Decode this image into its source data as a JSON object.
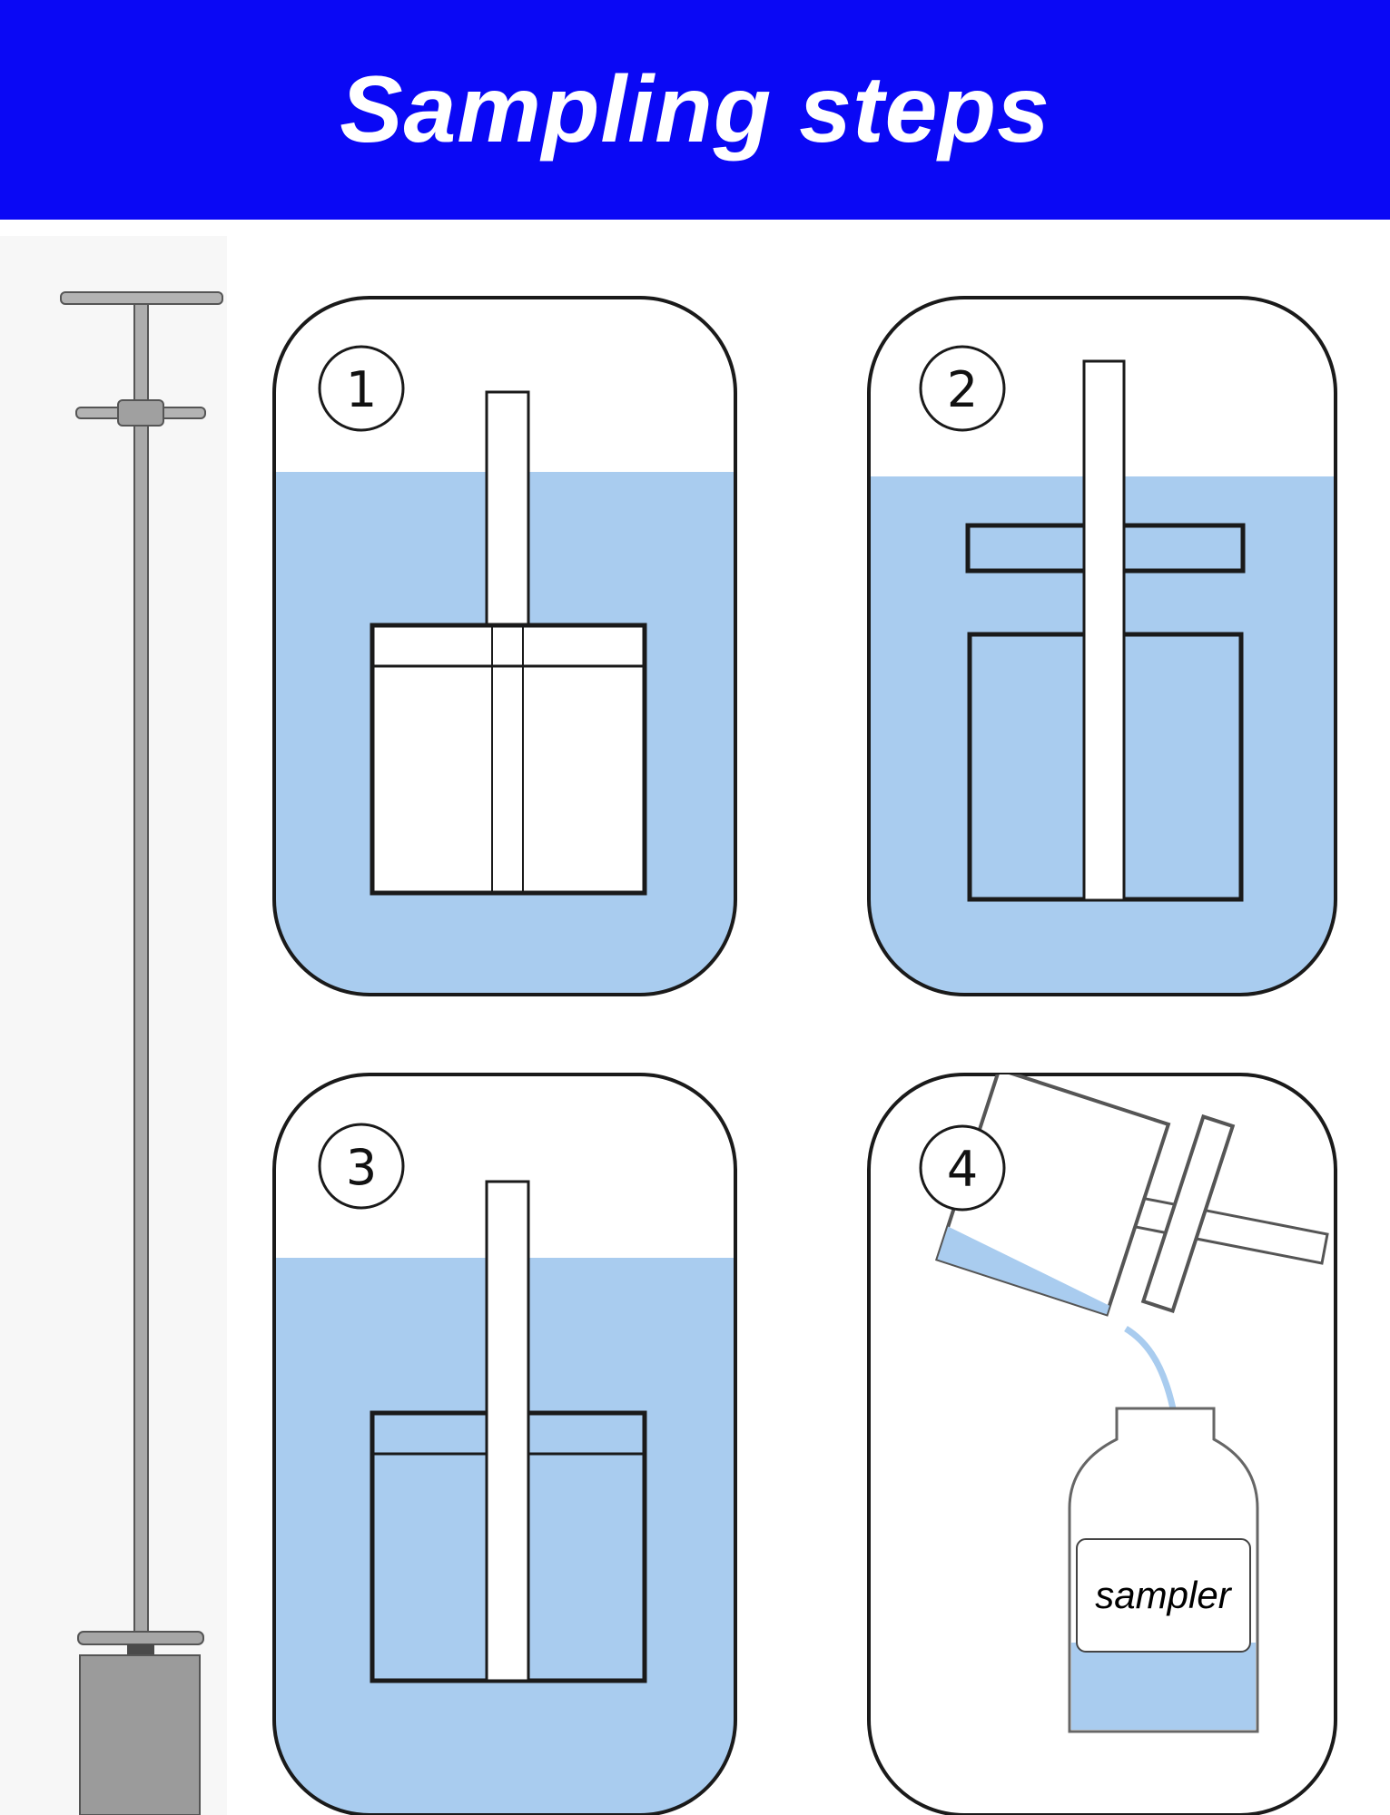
{
  "header": {
    "title": "Sampling steps"
  },
  "colors": {
    "header_bg": "#0a08f5",
    "water": "#a9ccef",
    "outline": "#1a1a1a",
    "rod": "#a6a6a6"
  },
  "steps": [
    {
      "number": "1"
    },
    {
      "number": "2"
    },
    {
      "number": "3"
    },
    {
      "number": "4"
    }
  ],
  "bottle": {
    "label": "sampler"
  }
}
